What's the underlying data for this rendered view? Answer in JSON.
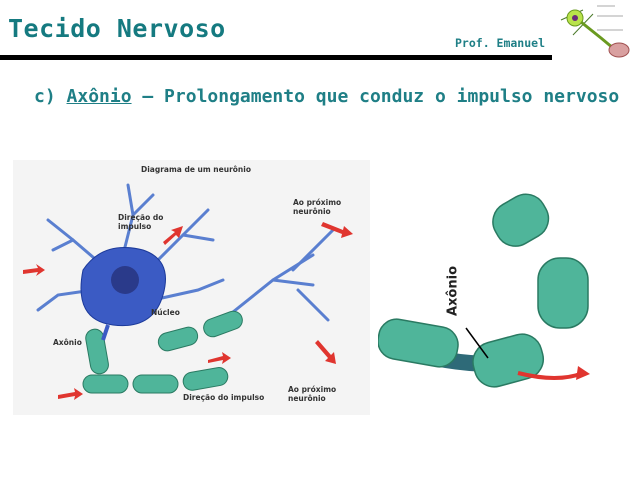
{
  "header": {
    "title": "Tecido Nervoso",
    "author": "Prof. Emanuel"
  },
  "heading": {
    "prefix": "c) ",
    "term": "Axônio",
    "rest": " – Prolongamento que conduz o impulso nervoso"
  },
  "diagram": {
    "title": "Diagrama de um neurônio",
    "label_direction_top": [
      "Direção do",
      "impulso"
    ],
    "label_next_top": [
      "Ao próximo",
      "neurônio"
    ],
    "label_nucleus": "Núcleo",
    "label_axon": "Axônio",
    "label_direction_bottom": "Direção do impulso",
    "label_next_bottom": [
      "Ao próximo",
      "neurônio"
    ]
  },
  "closeup": {
    "label": "Axônio"
  },
  "colors": {
    "title": "#157a80",
    "accent": "#1f7f86",
    "myelin": "#4fb59a",
    "soma": "#3b5bc4",
    "arrow": "#e0352f"
  }
}
